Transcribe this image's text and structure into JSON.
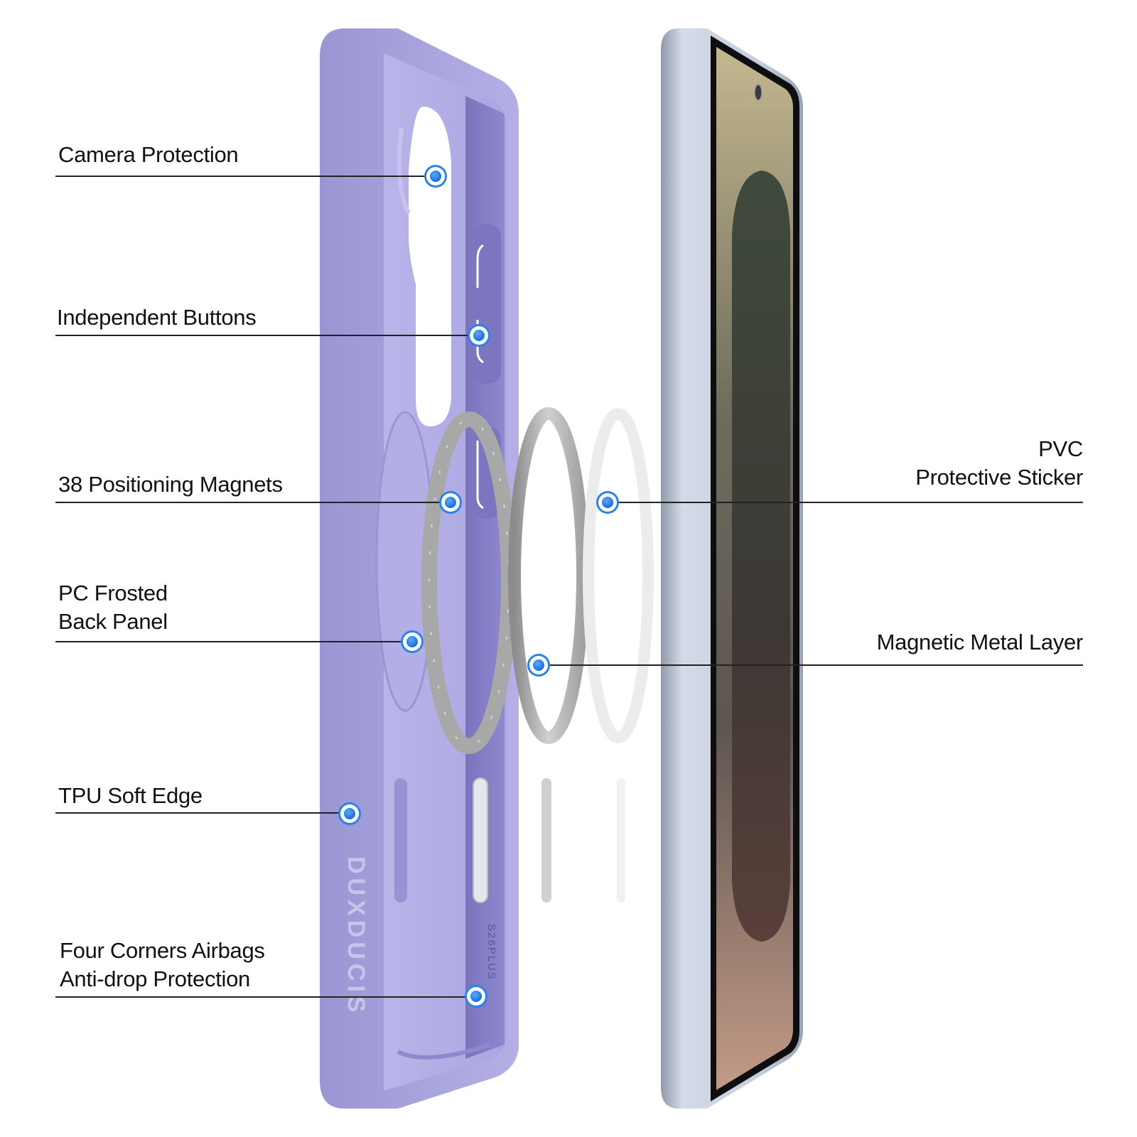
{
  "diagram": {
    "subject": "Magnetic phone case exploded view",
    "brand_emboss": "DUXDUCIS",
    "model_emboss": "S26PLUS",
    "colors": {
      "case_purple": "#a39fd8",
      "case_purple_light": "#b9b5ea",
      "case_inner": "#8781c8",
      "marker_blue": "#2a83e8",
      "leader_line": "#222222",
      "phone_frame": "#c9d3e2",
      "ring_metal": "#b5b5b5"
    },
    "components": [
      "Purple case (TPU edge + PC frosted back)",
      "Magnetic ring with 38 magnets",
      "Magnetic metal layer ring",
      "PVC protective sticker ring",
      "Smartphone"
    ]
  },
  "callouts": {
    "left": [
      {
        "id": "camera",
        "line1": "Camera Protection",
        "line2": ""
      },
      {
        "id": "buttons",
        "line1": "Independent Buttons",
        "line2": ""
      },
      {
        "id": "magnets",
        "line1": "38 Positioning Magnets",
        "line2": ""
      },
      {
        "id": "back_panel",
        "line1": "PC Frosted",
        "line2": "Back Panel"
      },
      {
        "id": "soft_edge",
        "line1": "TPU Soft Edge",
        "line2": ""
      },
      {
        "id": "airbags",
        "line1": "Four Corners Airbags",
        "line2": "Anti-drop Protection"
      }
    ],
    "right": [
      {
        "id": "pvc",
        "line1": "PVC",
        "line2": "Protective Sticker"
      },
      {
        "id": "metal_layer",
        "line1": "Magnetic Metal Layer",
        "line2": ""
      }
    ]
  }
}
